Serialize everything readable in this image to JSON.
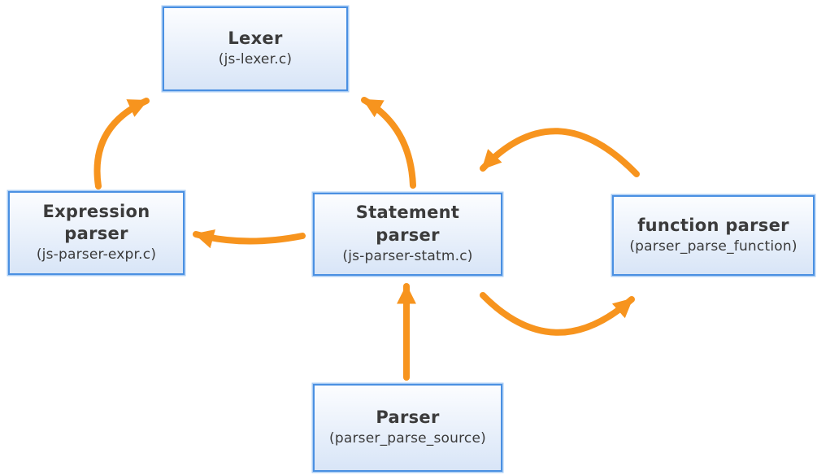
{
  "diagram": {
    "type": "flow-diagram",
    "nodes": {
      "lexer": {
        "title": "Lexer",
        "subtitle": "(js-lexer.c)"
      },
      "expression": {
        "title": "Expression parser",
        "subtitle": "(js-parser-expr.c)"
      },
      "statement": {
        "title": "Statement parser",
        "subtitle": "(js-parser-statm.c)"
      },
      "function": {
        "title": "function parser",
        "subtitle": "(parser_parse_function)"
      },
      "parser": {
        "title": "Parser",
        "subtitle": "(parser_parse_source)"
      }
    },
    "edges": [
      {
        "from": "Expression parser",
        "to": "Lexer",
        "style": "curved"
      },
      {
        "from": "Statement parser",
        "to": "Lexer",
        "style": "curved"
      },
      {
        "from": "Statement parser",
        "to": "Expression parser",
        "style": "curved"
      },
      {
        "from": "function parser",
        "to": "Statement parser",
        "style": "arc-over"
      },
      {
        "from": "Statement parser",
        "to": "function parser",
        "style": "arc-under"
      },
      {
        "from": "Parser",
        "to": "Statement parser",
        "style": "straight-up"
      }
    ],
    "colors": {
      "arrow": "#F7941E",
      "node_border": "#4A90E2",
      "node_fill_top": "#FCFDFF",
      "node_fill_bottom": "#D8E5F7",
      "text": "#3B3B3B",
      "node_outer_glow": "#A9CCF4"
    }
  }
}
